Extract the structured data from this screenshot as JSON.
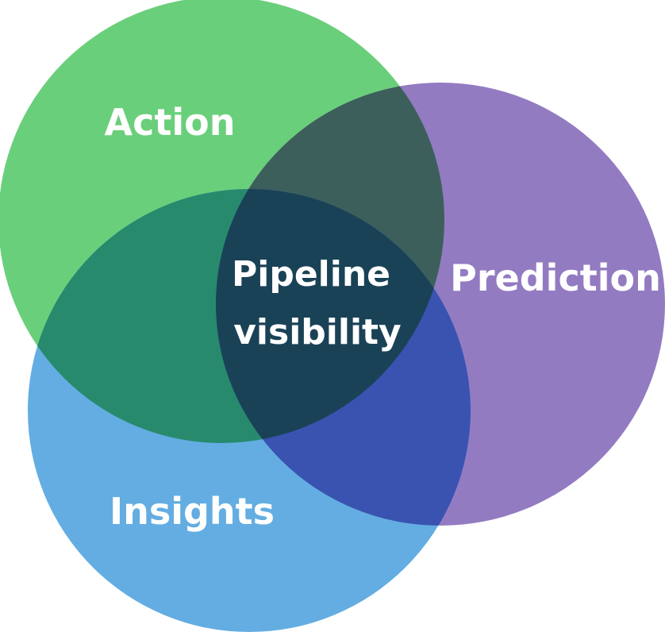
{
  "diagram": {
    "type": "venn",
    "sets": [
      {
        "id": "action",
        "label": "Action",
        "color": "#6acf7b"
      },
      {
        "id": "prediction",
        "label": "Prediction",
        "color": "#937bc2"
      },
      {
        "id": "insights",
        "label": "Insights",
        "color": "#63ade2"
      }
    ],
    "overlaps": {
      "action_prediction": {
        "color": "#3d5f5c"
      },
      "action_insights": {
        "color": "#278a6d"
      },
      "prediction_insights": {
        "color": "#3a52b0"
      }
    },
    "center": {
      "line1": "Pipeline",
      "line2": "visibility",
      "color": "#1a4256"
    }
  }
}
